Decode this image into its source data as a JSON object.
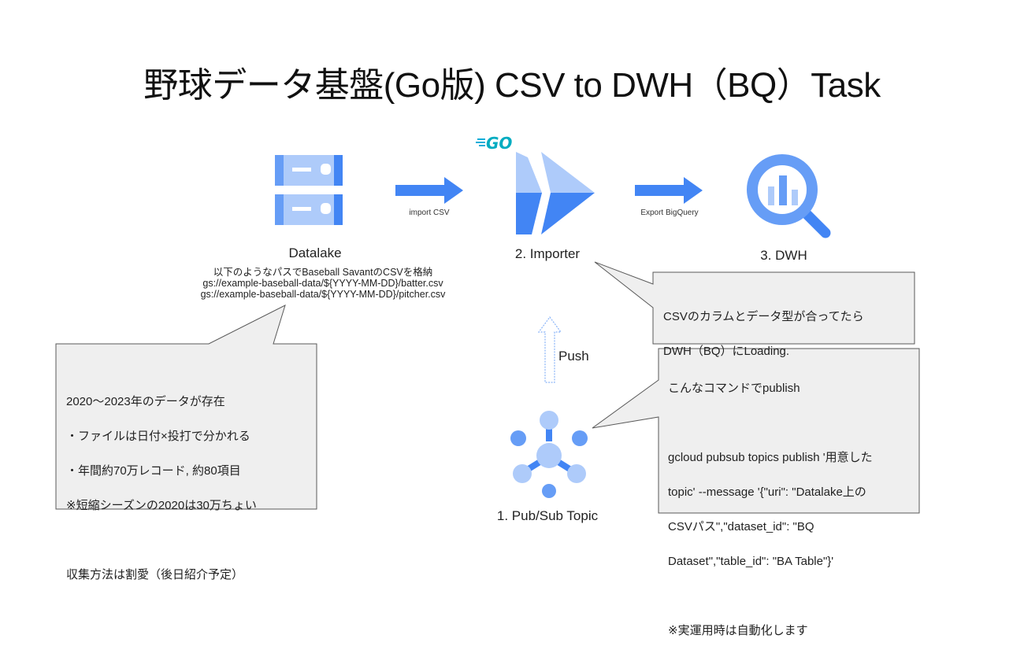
{
  "title": "野球データ基盤(Go版) CSV to DWH（BQ）Task",
  "nodes": {
    "datalake": {
      "label": "Datalake",
      "icon": "storage-server-icon",
      "description": [
        "以下のようなパスでBaseball SavantのCSVを格納",
        "gs://example-baseball-data/${YYYY-MM-DD}/batter.csv",
        "gs://example-baseball-data/${YYYY-MM-DD}/pitcher.csv"
      ]
    },
    "importer": {
      "label": "2. Importer",
      "icon": "cloud-run-icon",
      "badge_icon": "go-logo-icon",
      "badge_text": "GO"
    },
    "dwh": {
      "label": "3. DWH",
      "icon": "bigquery-icon"
    },
    "pubsub": {
      "label": "1. Pub/Sub Topic",
      "icon": "pubsub-icon"
    }
  },
  "edges": {
    "import_csv": {
      "label": "import CSV",
      "icon": "arrow-right-icon"
    },
    "export_bigquery": {
      "label": "Export BigQuery",
      "icon": "arrow-right-icon"
    },
    "push": {
      "label": "Push",
      "icon": "arrow-up-outline-icon"
    }
  },
  "callouts": {
    "datalake_note": {
      "lines": [
        "2020〜2023年のデータが存在",
        "・ファイルは日付×投打で分かれる",
        "・年間約70万レコード, 約80項目",
        "※短縮シーズンの2020は30万ちょい",
        "",
        "収集方法は割愛（後日紹介予定）"
      ]
    },
    "importer_note": {
      "lines": [
        "CSVのカラムとデータ型が合ってたら",
        "DWH（BQ）にLoading."
      ]
    },
    "pubsub_note": {
      "lines": [
        "こんなコマンドでpublish",
        "",
        "gcloud pubsub topics publish '用意した",
        "topic' --message '{\"uri\": \"Datalake上の",
        "CSVパス\",\"dataset_id\": \"BQ",
        "Dataset\",\"table_id\": \"BA Table\"}'",
        "",
        "※実運用時は自動化します"
      ]
    }
  },
  "colors": {
    "blue_dark": "#4285f4",
    "blue_mid": "#669df6",
    "blue_light": "#aecbfa",
    "go_teal": "#00add8",
    "callout_fill": "#efefef",
    "callout_stroke": "#595959"
  }
}
